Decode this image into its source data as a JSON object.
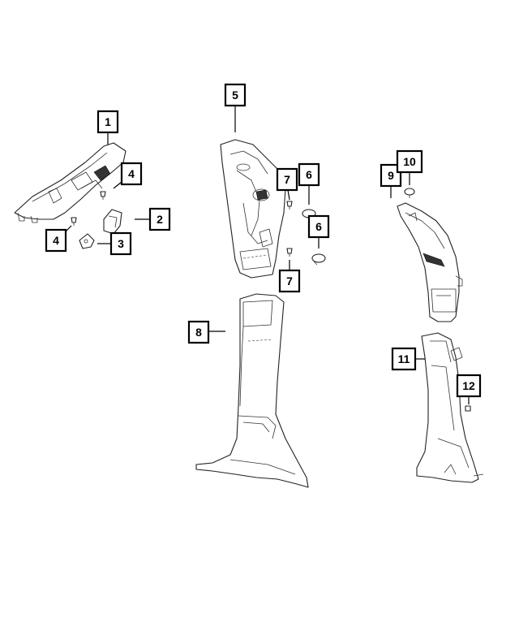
{
  "callouts": {
    "c1": "1",
    "c2": "2",
    "c3": "3",
    "c4a": "4",
    "c4b": "4",
    "c5": "5",
    "c6a": "6",
    "c6b": "6",
    "c7a": "7",
    "c7b": "7",
    "c8": "8",
    "c9": "9",
    "c10": "10",
    "c11": "11",
    "c12": "12"
  }
}
